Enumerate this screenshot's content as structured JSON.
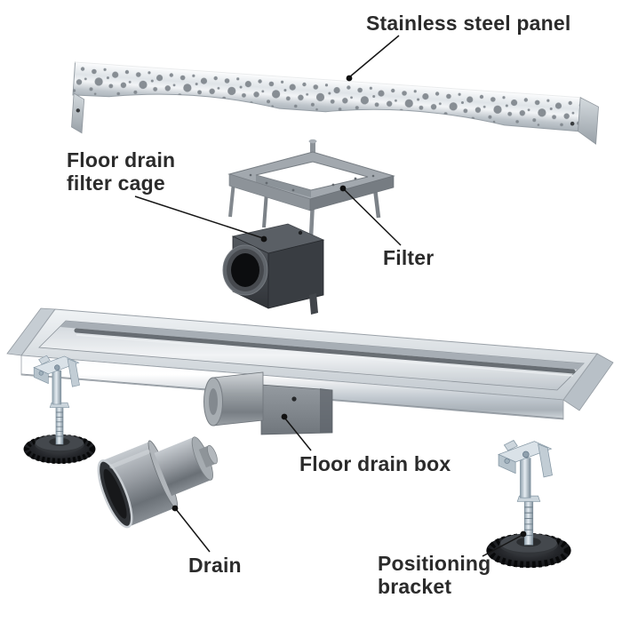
{
  "labels": {
    "panel": "Stainless steel panel",
    "cage_line1": "Floor drain",
    "cage_line2": "filter cage",
    "filter": "Filter",
    "box": "Floor drain box",
    "drain": "Drain",
    "bracket_line1": "Positioning",
    "bracket_line2": "bracket"
  },
  "colors": {
    "background": "#ffffff",
    "label_text": "#2b2b2b",
    "leader_line": "#161616",
    "steel_highlight": "#f4f6f8",
    "steel_mid": "#c4cbd1",
    "steel_shadow": "#8d949b",
    "plastic_gray": "#a2a8ae",
    "cage_dark": "#3c4046",
    "drain_gray": "#8b9096",
    "base_black": "#141619",
    "clamp_metal": "#d7dfe5"
  }
}
